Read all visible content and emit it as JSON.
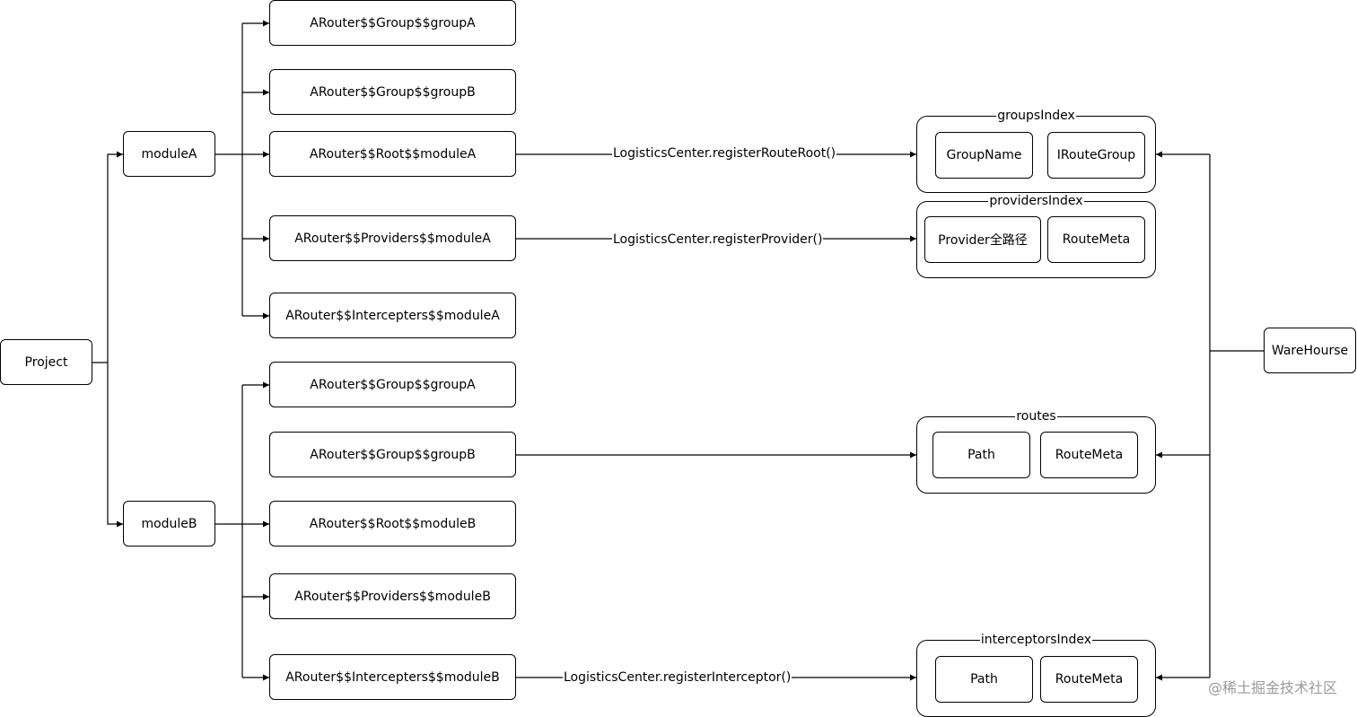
{
  "nodes": {
    "project": "Project",
    "module_a": "moduleA",
    "module_b": "moduleB",
    "warehouse": "WareHourse",
    "a_group_a": "ARouter$$Group$$groupA",
    "a_group_b": "ARouter$$Group$$groupB",
    "a_root": "ARouter$$Root$$moduleA",
    "a_providers": "ARouter$$Providers$$moduleA",
    "a_intercepters": "ARouter$$Intercepters$$moduleA",
    "b_group_a": "ARouter$$Group$$groupA",
    "b_group_b": "ARouter$$Group$$groupB",
    "b_root": "ARouter$$Root$$moduleB",
    "b_providers": "ARouter$$Providers$$moduleB",
    "b_intercepters": "ARouter$$Intercepters$$moduleB"
  },
  "containers": {
    "groups_index": {
      "title": "groupsIndex",
      "left": "GroupName",
      "right": "IRouteGroup"
    },
    "providers_index": {
      "title": "providersIndex",
      "left": "Provider全路径",
      "right": "RouteMeta"
    },
    "routes": {
      "title": "routes",
      "left": "Path",
      "right": "RouteMeta"
    },
    "interceptors_index": {
      "title": "interceptorsIndex",
      "left": "Path",
      "right": "RouteMeta"
    }
  },
  "edge_labels": {
    "register_root": "LogisticsCenter.registerRouteRoot()",
    "register_provider": "LogisticsCenter.registerProvider()",
    "register_interceptor": "LogisticsCenter.registerInterceptor()"
  },
  "watermark": "@稀土掘金技术社区"
}
